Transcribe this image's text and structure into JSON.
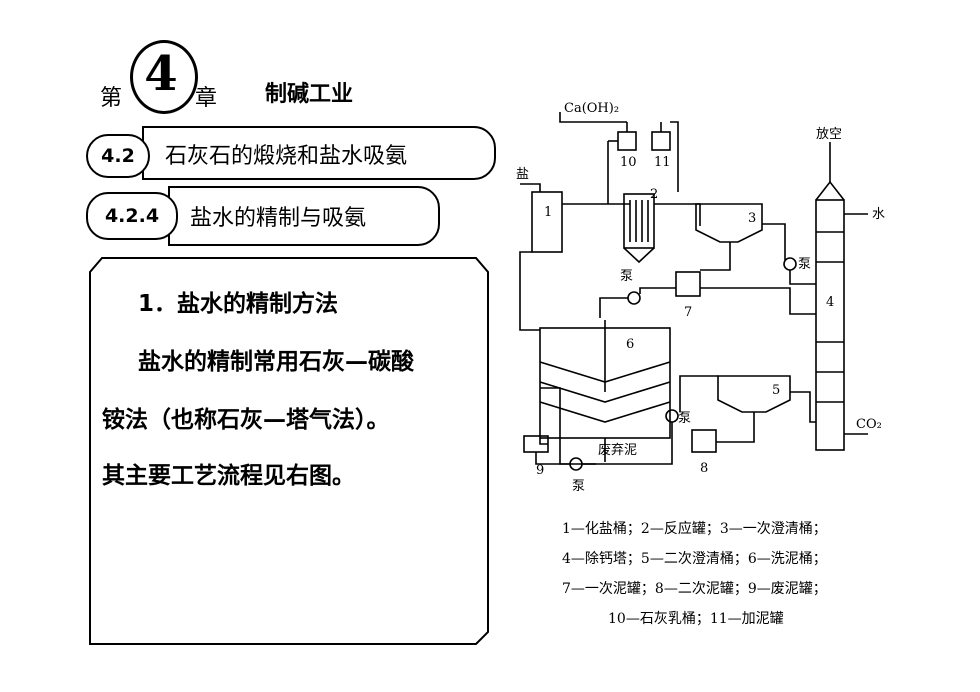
{
  "chapter": {
    "prefix": "第",
    "number": "4",
    "suffix": "章",
    "title": "制碱工业"
  },
  "section": {
    "badge": "4.2",
    "title": "石灰石的煅烧和盐水吸氨"
  },
  "subsection": {
    "badge": "4.2.4",
    "title": "盐水的精制与吸氨"
  },
  "content": {
    "heading": "1．盐水的精制方法",
    "para1_line1": "盐水的精制常用石灰—碳酸",
    "para1_line2": "铵法（也称石灰—塔气法）。",
    "para2": "其主要工艺流程见右图。"
  },
  "diagram": {
    "labels": {
      "caoh2": "Ca(OH)₂",
      "salt": "盐",
      "vent": "放空",
      "water": "水",
      "co2": "CO₂",
      "pump": "泵",
      "waste_mud": "废弃泥",
      "n1": "1",
      "n2": "2",
      "n3": "3",
      "n4": "4",
      "n5": "5",
      "n6": "6",
      "n7": "7",
      "n8": "8",
      "n9": "9",
      "n10": "10",
      "n11": "11"
    },
    "legend": [
      "1—化盐桶；2—反应罐；3—一次澄清桶；",
      "4—除钙塔；5—二次澄清桶；6—洗泥桶；",
      "7—一次泥罐；8—二次泥罐；9—废泥罐；",
      "10—石灰乳桶；11—加泥罐"
    ]
  }
}
